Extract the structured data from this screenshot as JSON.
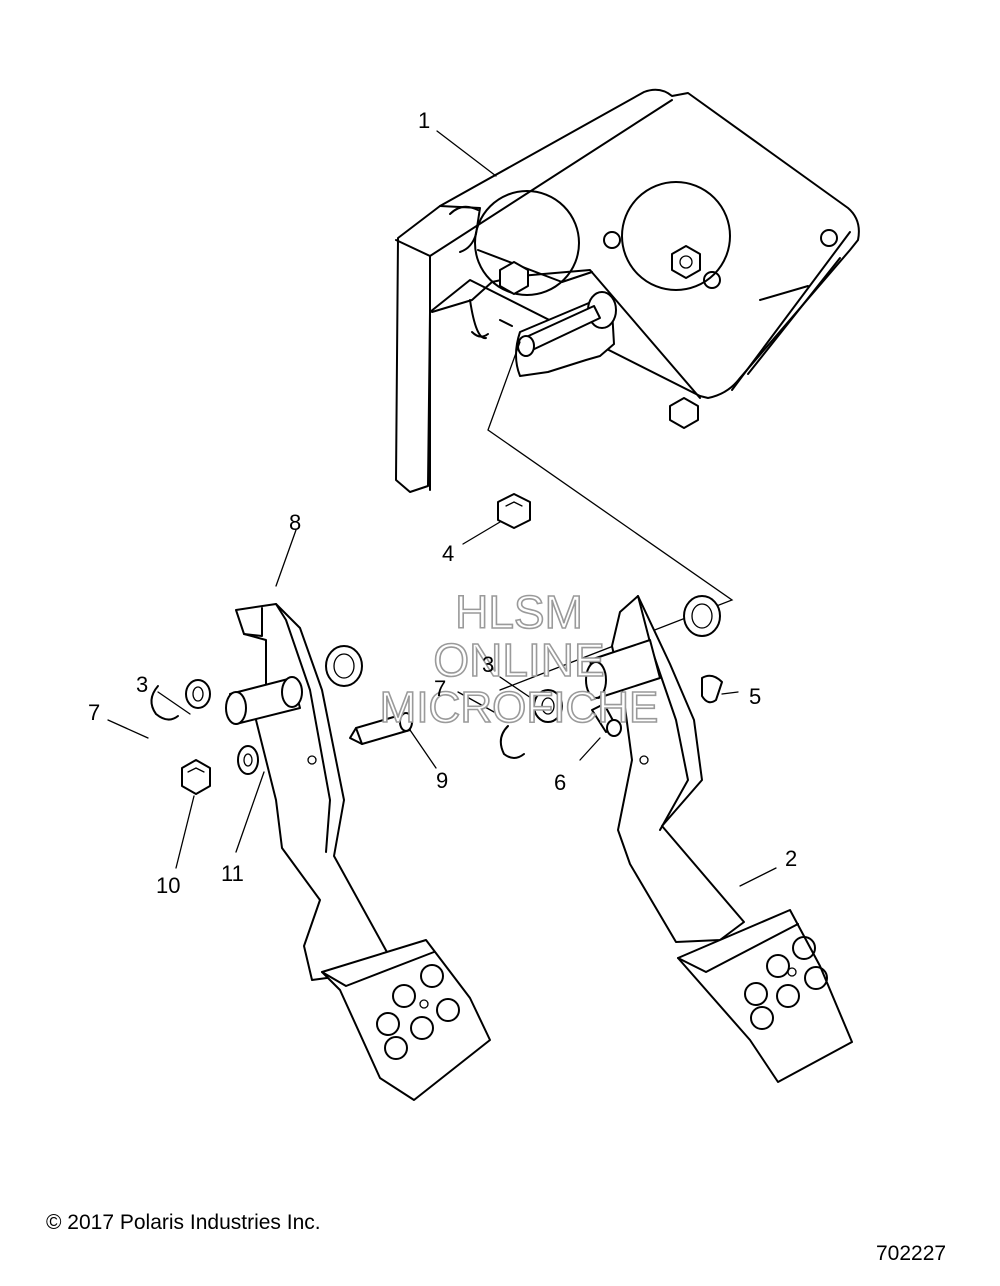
{
  "callouts": [
    "1",
    "2",
    "3",
    "3",
    "4",
    "5",
    "6",
    "7",
    "7",
    "8",
    "9",
    "10",
    "11"
  ],
  "watermark": {
    "line1": "HLSM",
    "line2": "ONLINE",
    "line3": "MICROFICHE"
  },
  "footer": {
    "copyright": "© 2017 Polaris Industries Inc.",
    "diagram_number": "702227"
  }
}
